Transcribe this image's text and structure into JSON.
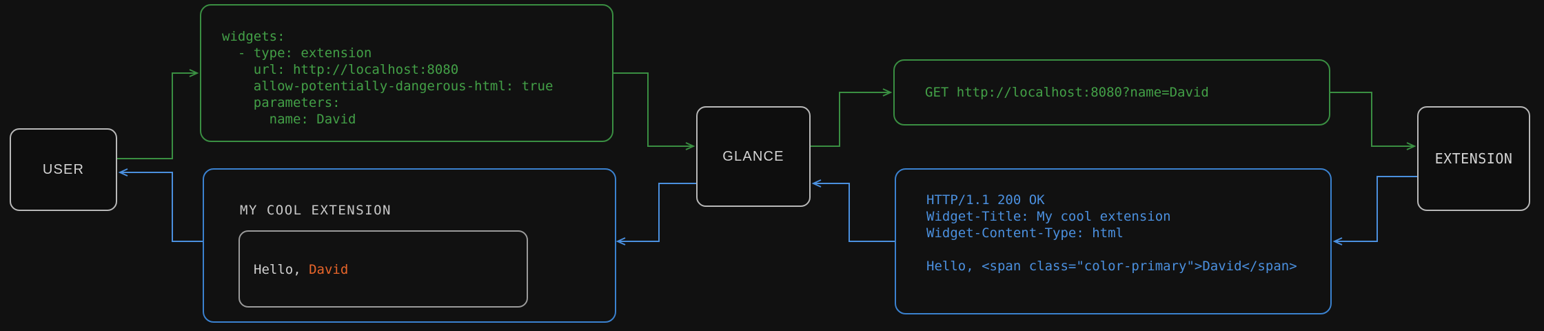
{
  "theme": {
    "background": "#111111",
    "node_border": "#b9b9b9",
    "request_green": "#43a047",
    "response_blue": "#4b90df",
    "accent_orange": "#e8652a",
    "widget_text": "#d0d0d0"
  },
  "nodes": {
    "user": {
      "label": "USER"
    },
    "glance": {
      "label": "GLANCE"
    },
    "extension": {
      "label": "EXTENSION"
    }
  },
  "messages": {
    "yaml_config": {
      "kind": "request",
      "color": "#43a047",
      "text": "widgets:\n  - type: extension\n    url: http://localhost:8080\n    allow-potentially-dangerous-html: true\n    parameters:\n      name: David"
    },
    "http_request": {
      "kind": "request",
      "color": "#43a047",
      "text": "GET http://localhost:8080?name=David"
    },
    "http_response": {
      "kind": "response",
      "color": "#4b90df",
      "text": "HTTP/1.1 200 OK\nWidget-Title: My cool extension\nWidget-Content-Type: html\n\nHello, <span class=\"color-primary\">David</span>"
    },
    "rendered_widget": {
      "kind": "response",
      "color": "#4b90df",
      "title": "MY COOL EXTENSION",
      "body_prefix": "Hello, ",
      "body_accent": "David"
    }
  },
  "flow": {
    "forward_label": "request-flow-green",
    "backward_label": "response-flow-blue",
    "steps": [
      "USER -> widgets config",
      "widgets config -> GLANCE",
      "GLANCE -> GET http://localhost:8080?name=David",
      "GET -> EXTENSION",
      "EXTENSION -> HTTP/1.1 200 OK",
      "HTTP response -> GLANCE",
      "GLANCE -> MY COOL EXTENSION widget",
      "widget -> USER"
    ]
  }
}
